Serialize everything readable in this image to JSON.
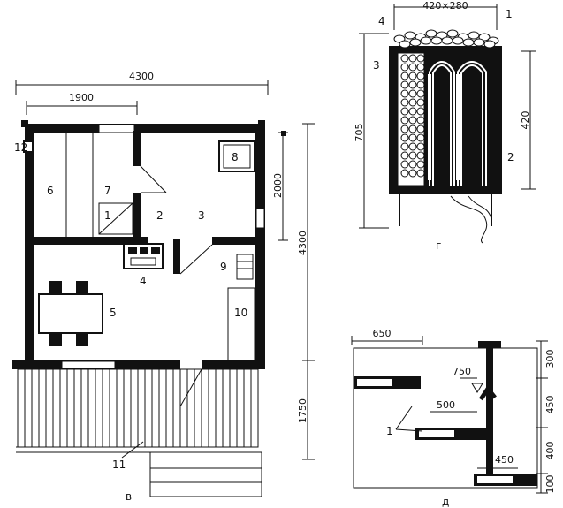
{
  "plan": {
    "dims": {
      "overall_width": "4300",
      "left_width": "1900",
      "right_height": "4300",
      "upper_height": "2000",
      "terrace_depth": "1750"
    },
    "labels": {
      "n1": "1",
      "n2": "2",
      "n3": "3",
      "n4": "4",
      "n5": "5",
      "n6": "6",
      "n7": "7",
      "n8": "8",
      "n9": "9",
      "n10": "10",
      "n11": "11",
      "n12": "12"
    },
    "caption": "в"
  },
  "heater": {
    "dims": {
      "top": "420×280",
      "height": "705",
      "side": "420"
    },
    "labels": {
      "n1": "1",
      "n2": "2",
      "n3": "3",
      "n4": "4"
    },
    "caption": "г"
  },
  "section": {
    "dims": {
      "w650": "650",
      "w750": "750",
      "w500": "500",
      "w450": "450",
      "h300": "300",
      "h450": "450",
      "h400": "400",
      "h100": "100"
    },
    "labels": {
      "n1": "1"
    },
    "caption": "д"
  }
}
